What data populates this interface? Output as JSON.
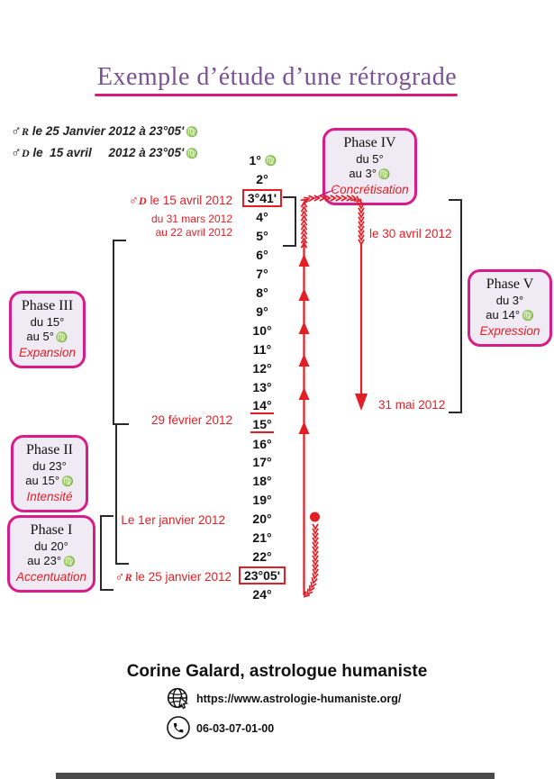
{
  "title": {
    "text": "Exemple d’étude d’une rétrograde"
  },
  "header_lines": [
    {
      "planet": "♂",
      "letter": "R",
      "text": " le 25 Janvier 2012 à 23°05'",
      "sign": "♍"
    },
    {
      "planet": "♂",
      "letter": "D",
      "text": " le  15 avril     2012 à 23°05'",
      "sign": "♍"
    }
  ],
  "scale": {
    "items": [
      {
        "label": "1°",
        "sign": "♍"
      },
      {
        "label": "2°"
      },
      {
        "label": "3°41'",
        "style": "boxed"
      },
      {
        "label": "4°"
      },
      {
        "label": "5°"
      },
      {
        "label": "6°"
      },
      {
        "label": "7°"
      },
      {
        "label": "8°"
      },
      {
        "label": "9°"
      },
      {
        "label": "10°"
      },
      {
        "label": "11°"
      },
      {
        "label": "12°"
      },
      {
        "label": "13°"
      },
      {
        "label": "14°",
        "style": "underlined"
      },
      {
        "label": "15°",
        "style": "underlined"
      },
      {
        "label": "16°"
      },
      {
        "label": "17°"
      },
      {
        "label": "18°"
      },
      {
        "label": "19°"
      },
      {
        "label": "20°"
      },
      {
        "label": "21°"
      },
      {
        "label": "22°"
      },
      {
        "label": "23°05'",
        "style": "boxed"
      },
      {
        "label": "24°"
      }
    ]
  },
  "phases": {
    "p4": {
      "title": "Phase IV",
      "line1": "du 5°",
      "line2": "au 3°",
      "sign": "♍",
      "keyword": "Concrétisation"
    },
    "p5": {
      "title": "Phase V",
      "line1": "du 3°",
      "line2": "au 14°",
      "sign": "♍",
      "keyword": "Expression"
    },
    "p3": {
      "title": "Phase III",
      "line1": "du 15°",
      "line2": "au 5°",
      "sign": "♍",
      "keyword": "Expansion"
    },
    "p2": {
      "title": "Phase II",
      "line1": "du 23°",
      "line2": "au 15°",
      "sign": "♍",
      "keyword": "Intensité"
    },
    "p1": {
      "title": "Phase I",
      "line1": "du 20°",
      "line2": "au 23°",
      "sign": "♍",
      "keyword": "Accentuation"
    }
  },
  "annotations": {
    "station_direct": {
      "planet": "♂",
      "letter": "D",
      "text": " le 15 avril 2012"
    },
    "range_from": "du 31 mars 2012",
    "range_to": "au 22 avril 2012",
    "apr30": "le 30 avril 2012",
    "feb29": "29 février 2012",
    "may31": "31 mai 2012",
    "jan1": "Le 1er janvier 2012",
    "station_retro": {
      "planet": "♂",
      "letter": "R",
      "text": " le 25 janvier 2012"
    }
  },
  "footer": {
    "name": "Corine Galard, astrologue humaniste",
    "website": "https://www.astrologie-humaniste.org/",
    "phone": "06-03-07-01-00"
  },
  "colors": {
    "title_purple": "#7a5193",
    "accent_pink": "#d91c87",
    "red": "#e31e25",
    "box_background": "#f0eaf4"
  }
}
